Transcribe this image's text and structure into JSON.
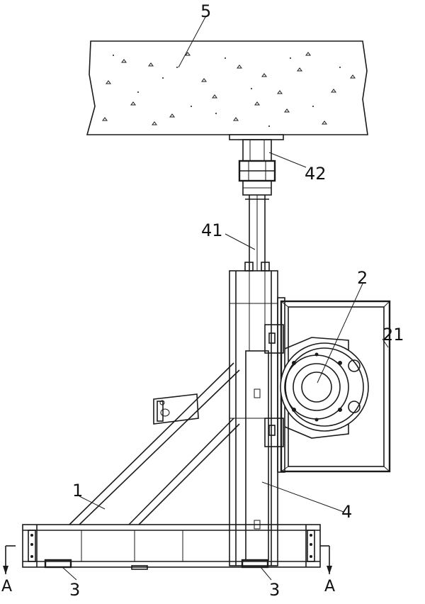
{
  "labels": {
    "slab": "5",
    "adjuster": "42",
    "rod": "41",
    "motor": "2",
    "frame_box": "21",
    "bracket": "1",
    "column": "4",
    "foot_left": "3",
    "foot_right": "3",
    "section_left": "A",
    "section_right": "A"
  }
}
